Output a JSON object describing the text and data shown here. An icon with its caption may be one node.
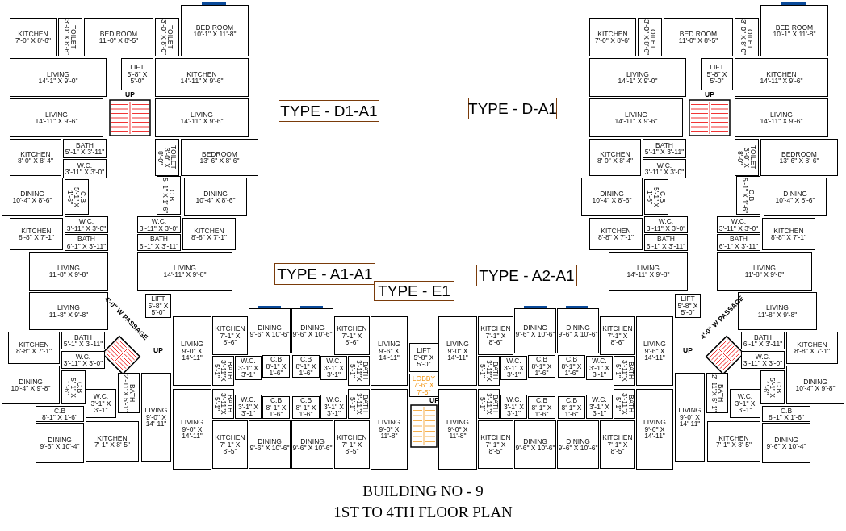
{
  "diagram": {
    "title": "BUILDING NO - 9",
    "caption": "1ST TO 4TH FLOOR PLAN",
    "nodes": [
      {
        "text": [
          "KITCHEN",
          "7'-0\" X 8'-6\""
        ]
      },
      {
        "text": [
          "TOILET",
          "3'-0\" X 8'-6\""
        ]
      },
      {
        "text": [
          "BED ROOM",
          "11'-0\" X 8'-5\""
        ]
      },
      {
        "text": [
          "TOILET",
          "3'-0\" X 8'-0\""
        ]
      },
      {
        "text": [
          "BED ROOM",
          "10'-1\" X 11'-8\""
        ]
      },
      {
        "text": [
          "LIVING",
          "14'-1\" X 9'-0\""
        ]
      },
      {
        "text": [
          "LIFT",
          "5'-8\" X 5'-0\""
        ]
      },
      {
        "text": [
          "KITCHEN",
          "14'-11\" X 9'-6\""
        ]
      },
      {
        "text": [
          "LIVING",
          "14'-11\" X 9'-6\""
        ]
      },
      {
        "text": [
          "LIVING",
          "14'-11\" X 9'-6\""
        ]
      },
      {
        "text": [
          "KITCHEN",
          "8'-0\" X 8'-4\""
        ]
      },
      {
        "text": [
          "BATH",
          "5'-1\" X 3'-11\""
        ]
      },
      {
        "text": [
          "W.C.",
          "3'-11\" X 3'-0\""
        ]
      },
      {
        "text": [
          "TOILET",
          "3'-0\" X 8'-0\""
        ]
      },
      {
        "text": [
          "BEDROOM",
          "13'-6\" X 8'-6\""
        ]
      },
      {
        "text": [
          "DINING",
          "10'-4\" X 8'-6\""
        ]
      },
      {
        "text": [
          "C.B",
          "5'-1\" X 1'-6\""
        ]
      },
      {
        "text": [
          "C.B",
          "5'-1\" X 1'-6\""
        ]
      },
      {
        "text": [
          "DINING",
          "10'-4\" X 8'-6\""
        ]
      },
      {
        "text": [
          "W.C.",
          "3'-11\" X 3'-0\""
        ]
      },
      {
        "text": [
          "W.C.",
          "3'-11\" X 3'-0\""
        ]
      },
      {
        "text": [
          "KITCHEN",
          "8'-8\" X 7'-1\""
        ]
      },
      {
        "text": [
          "BATH",
          "6'-1\" X 3'-11\""
        ]
      },
      {
        "text": [
          "BATH",
          "6'-1\" X 3'-11\""
        ]
      },
      {
        "text": [
          "KITCHEN",
          "8'-8\" X 7'-1\""
        ]
      },
      {
        "text": [
          "LIVING",
          "11'-8\" X 9'-8\""
        ]
      },
      {
        "text": [
          "LIVING",
          "14'-11\" X 9'-8\""
        ]
      },
      {
        "text": [
          "LIVING",
          "11'-8\" X 9'-8\""
        ]
      },
      {
        "text": [
          "BATH",
          "5'-1\" X 3'-11\""
        ]
      },
      {
        "text": [
          "KITCHEN",
          "8'-8\" X 7'-1\""
        ]
      },
      {
        "text": [
          "W.C.",
          "3'-11\" X 3'-0\""
        ]
      },
      {
        "text": [
          "DINING",
          "10'-4\" X 9'-8\""
        ]
      },
      {
        "text": [
          "C.B",
          "5'-1\" X 1'-6\""
        ]
      },
      {
        "text": [
          "LIFT",
          "5'-8\" X 5'-0\""
        ]
      },
      {
        "text": [
          "W.C.",
          "3'-1\" X 3'-1\""
        ]
      },
      {
        "text": [
          "BATH",
          "2'-11\"X 5'-1\""
        ]
      },
      {
        "text": [
          "C.B",
          "8'-1\" X 1'-6\""
        ]
      },
      {
        "text": [
          "DINING",
          "9'-6\" X 10'-4\""
        ]
      },
      {
        "text": [
          "KITCHEN",
          "7'-1\" X 8'-5\""
        ]
      },
      {
        "text": [
          "LIVING",
          "9'-0\" X 14'-11\""
        ]
      },
      {
        "text": [
          "LIVING",
          "9'-0\" X 14'-11\""
        ]
      },
      {
        "text": [
          "KITCHEN",
          "7'-1\" X 8'-6\""
        ]
      },
      {
        "text": [
          "DINING",
          "9'-6\" X 10'-6\""
        ]
      },
      {
        "text": [
          "C.B",
          "8'-1\" X 1'-6\""
        ]
      },
      {
        "text": [
          "DINING",
          "9'-6\" X 10'-6\""
        ]
      },
      {
        "text": [
          "C.B",
          "8'-1\" X 1'-6\""
        ]
      },
      {
        "text": [
          "KITCHEN",
          "7'-1\" X 8'-6\""
        ]
      },
      {
        "text": [
          "LIVING",
          "9'-6\" X 14'-11\""
        ]
      },
      {
        "text": [
          "BATH",
          "3'-11\"X 5'-1\""
        ]
      },
      {
        "text": [
          "W.C.",
          "3'-1\" X 3'-1\""
        ]
      },
      {
        "text": [
          "W.C.",
          "3'-1\" X 3'-1\""
        ]
      },
      {
        "text": [
          "BATH",
          "3'-11\"X 5'-1\""
        ]
      },
      {
        "text": [
          "LIVING",
          "9'-0\" X 14'-11\""
        ]
      },
      {
        "text": [
          "BATH",
          "3'-11\"X 5'-1\""
        ]
      },
      {
        "text": [
          "W.C.",
          "3'-1\" X 3'-1\""
        ]
      },
      {
        "text": [
          "C.B",
          "8'-1\" X 1'-6\""
        ]
      },
      {
        "text": [
          "C.B",
          "8'-1\" X 1'-6\""
        ]
      },
      {
        "text": [
          "W.C.",
          "3'-1\" X 3'-1\""
        ]
      },
      {
        "text": [
          "BATH",
          "3'-11\"X 5'-1\""
        ]
      },
      {
        "text": [
          "KITCHEN",
          "7'-1\" X 8'-5\""
        ]
      },
      {
        "text": [
          "DINING",
          "9'-6\" X 10'-6\""
        ]
      },
      {
        "text": [
          "DINING",
          "9'-6\" X 10'-6\""
        ]
      },
      {
        "text": [
          "KITCHEN",
          "7'-1\" X 8'-5\""
        ]
      },
      {
        "text": [
          "LIVING",
          "9'-0\" X 11'-8\""
        ]
      },
      {
        "text": [
          "LIFT",
          "5'-8\" X 5'-0\""
        ]
      },
      {
        "text": [
          "LOBBY",
          "7'-6\" X 7'-5\""
        ]
      },
      {
        "text": [
          "LIVING",
          "9'-0\" X 14'-11\""
        ]
      },
      {
        "text": [
          "KITCHEN",
          "7'-1\" X 8'-6\""
        ]
      },
      {
        "text": [
          "DINING",
          "9'-6\" X 10'-6\""
        ]
      },
      {
        "text": [
          "C.B",
          "8'-1\" X 1'-6\""
        ]
      },
      {
        "text": [
          "DINING",
          "9'-6\" X 10'-6\""
        ]
      },
      {
        "text": [
          "C.B",
          "8'-1\" X 1'-6\""
        ]
      },
      {
        "text": [
          "KITCHEN",
          "7'-1\" X 8'-6\""
        ]
      },
      {
        "text": [
          "LIVING",
          "9'-6\" X 14'-11\""
        ]
      },
      {
        "text": [
          "BATH",
          "3'-11\"X 5'-1\""
        ]
      },
      {
        "text": [
          "W.C.",
          "3'-1\" X 3'-1\""
        ]
      },
      {
        "text": [
          "W.C.",
          "3'-1\" X 3'-1\""
        ]
      },
      {
        "text": [
          "BATH",
          "3'-11\"X 5'-1\""
        ]
      },
      {
        "text": [
          "LIVING",
          "9'-0\" X 11'-8\""
        ]
      },
      {
        "text": [
          "BATH",
          "3'-11\"X 5'-1\""
        ]
      },
      {
        "text": [
          "W.C.",
          "3'-1\" X 3'-1\""
        ]
      },
      {
        "text": [
          "C.B",
          "8'-1\" X 1'-6\""
        ]
      },
      {
        "text": [
          "C.B",
          "8'-1\" X 1'-6\""
        ]
      },
      {
        "text": [
          "W.C.",
          "3'-1\" X 3'-1\""
        ]
      },
      {
        "text": [
          "BATH",
          "3'-11\"X 5'-1\""
        ]
      },
      {
        "text": [
          "KITCHEN",
          "7'-1\" X 8'-5\""
        ]
      },
      {
        "text": [
          "DINING",
          "9'-6\" X 10'-6\""
        ]
      },
      {
        "text": [
          "DINING",
          "9'-6\" X 10'-6\""
        ]
      },
      {
        "text": [
          "KITCHEN",
          "7'-1\" X 8'-5\""
        ]
      },
      {
        "text": [
          "LIVING",
          "9'-6\" X 14'-11\""
        ]
      },
      {
        "text": [
          "KITCHEN",
          "7'-0\" X 8'-6\""
        ]
      },
      {
        "text": [
          "TOILET",
          "3'-0\" X 8'-6\""
        ]
      },
      {
        "text": [
          "BED ROOM",
          "11'-0\" X 8'-5\""
        ]
      },
      {
        "text": [
          "TOILET",
          "3'-0\" X 8'-0\""
        ]
      },
      {
        "text": [
          "BED ROOM",
          "10'-1\" X 11'-8\""
        ]
      },
      {
        "text": [
          "LIVING",
          "14'-1\" X 9'-0\""
        ]
      },
      {
        "text": [
          "LIFT",
          "5'-8\" X 5'-0\""
        ]
      },
      {
        "text": [
          "KITCHEN",
          "14'-11\" X 9'-6\""
        ]
      },
      {
        "text": [
          "LIVING",
          "14'-11\" X 9'-6\""
        ]
      },
      {
        "text": [
          "LIVING",
          "14'-11\" X 9'-6\""
        ]
      },
      {
        "text": [
          "KITCHEN",
          "8'-0\" X 8'-4\""
        ]
      },
      {
        "text": [
          "BATH",
          "5'-1\" X 3'-11\""
        ]
      },
      {
        "text": [
          "W.C.",
          "3'-11\" X 3'-0\""
        ]
      },
      {
        "text": [
          "TOILET",
          "3'-0\" X 8'-0\""
        ]
      },
      {
        "text": [
          "BEDROOM",
          "13'-6\" X 8'-6\""
        ]
      },
      {
        "text": [
          "DINING",
          "10'-4\" X 8'-6\""
        ]
      },
      {
        "text": [
          "C.B",
          "5'-1\" X 1'-6\""
        ]
      },
      {
        "text": [
          "C.B",
          "5'-1\" X 1'-6\""
        ]
      },
      {
        "text": [
          "DINING",
          "10'-4\" X 8'-6\""
        ]
      },
      {
        "text": [
          "W.C.",
          "3'-11\" X 3'-0\""
        ]
      },
      {
        "text": [
          "W.C.",
          "3'-11\" X 3'-0\""
        ]
      },
      {
        "text": [
          "KITCHEN",
          "8'-8\" X 7'-1\""
        ]
      },
      {
        "text": [
          "BATH",
          "6'-1\" X 3'-11\""
        ]
      },
      {
        "text": [
          "BATH",
          "6'-1\" X 3'-11\""
        ]
      },
      {
        "text": [
          "KITCHEN",
          "8'-8\" X 7'-1\""
        ]
      },
      {
        "text": [
          "LIVING",
          "14'-11\" X 9'-8\""
        ]
      },
      {
        "text": [
          "LIVING",
          "11'-8\" X 9'-8\""
        ]
      },
      {
        "text": [
          "LIVING",
          "11'-8\" X 9'-8\""
        ]
      },
      {
        "text": [
          "BATH",
          "6'-1\" X 3'-11\""
        ]
      },
      {
        "text": [
          "KITCHEN",
          "8'-8\" X 7'-1\""
        ]
      },
      {
        "text": [
          "W.C.",
          "3'-11\" X 3'-0\""
        ]
      },
      {
        "text": [
          "DINING",
          "10'-4\" X 9'-8\""
        ]
      },
      {
        "text": [
          "C.B",
          "5'-1\" X 1'-6\""
        ]
      },
      {
        "text": [
          "LIFT",
          "5'-8\" X 5'-0\""
        ]
      },
      {
        "text": [
          "W.C.",
          "3'-1\" X 3'-1\""
        ]
      },
      {
        "text": [
          "BATH",
          "2'-11\"X 5'-1\""
        ]
      },
      {
        "text": [
          "C.B",
          "8'-1\" X 1'-6\""
        ]
      },
      {
        "text": [
          "DINING",
          "9'-6\" X 10'-4\""
        ]
      },
      {
        "text": [
          "KITCHEN",
          "7'-1\" X 8'-5\""
        ]
      },
      {
        "text": [
          "LIVING",
          "9'-0\" X 14'-11\""
        ]
      },
      {
        "text": [
          "TYPE - D1-A1"
        ]
      },
      {
        "text": [
          "TYPE - D-A1"
        ]
      },
      {
        "text": [
          "TYPE - A1-A1"
        ]
      },
      {
        "text": [
          "TYPE - E1"
        ]
      },
      {
        "text": [
          "TYPE - A2-A1"
        ]
      }
    ],
    "labels": [
      "UP",
      "UP",
      "4'-0\" W PASSAGE",
      "UP",
      "4'-0\" W PASSAGE",
      "UP",
      "UP"
    ]
  }
}
